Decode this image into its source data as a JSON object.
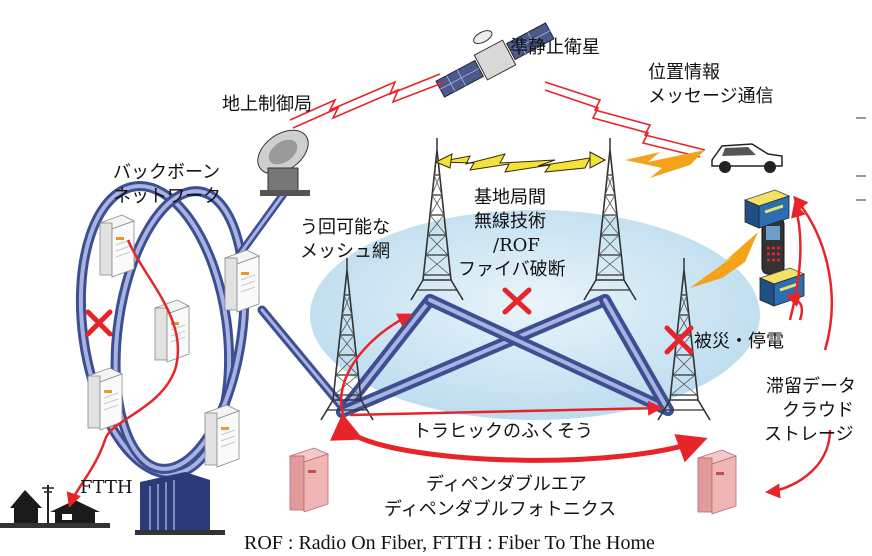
{
  "labels": {
    "satellite": "準静止衛星",
    "ground_station": "地上制御局",
    "position_info_1": "位置情報",
    "position_info_2": "メッセージ通信",
    "backbone_1": "バックボーン",
    "backbone_2": "ネットワーク",
    "mesh_1": "う回可能な",
    "mesh_2": "メッシュ網",
    "inter_bs_1": "基地局間",
    "inter_bs_2": "無線技術",
    "inter_bs_3": "/ROF",
    "inter_bs_4": "ファイバ破断",
    "disaster": "被災・停電",
    "cloud_1": "滞留データ",
    "cloud_2": "クラウド",
    "cloud_3": "ストレージ",
    "traffic": "トラヒックのふくそう",
    "dependable_1": "ディペンダブルエア",
    "dependable_2": "ディペンダブルフォトニクス",
    "ftth": "FTTH",
    "footnote": "ROF : Radio On Fiber, FTTH : Fiber To The Home"
  },
  "colors": {
    "red_arrow": "#e8242b",
    "link_blue": "#3d4f93",
    "link_light": "#9aa7d6",
    "cloud": "#cfe6f3",
    "bolt_yellow": "#f3a21a",
    "server_pink": "#e39a9a",
    "fiber_pink": "#efb6b6"
  }
}
